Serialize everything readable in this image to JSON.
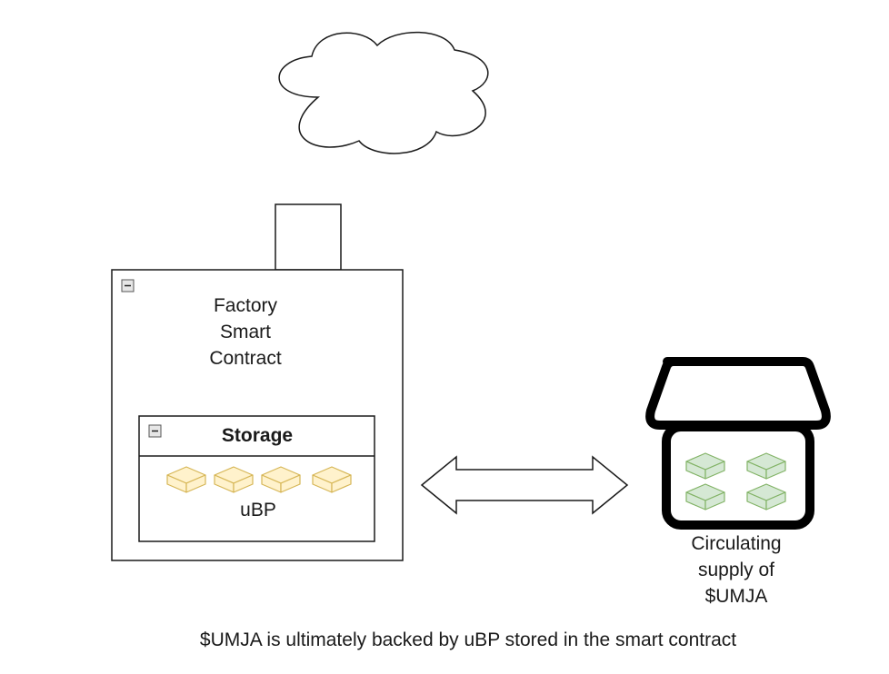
{
  "factory": {
    "title_lines": [
      "Factory",
      "Smart",
      "Contract"
    ]
  },
  "storage": {
    "title": "Storage",
    "token_label": "uBP",
    "token_count": 4,
    "token_fill": "#fff2cc",
    "token_stroke": "#d6b656"
  },
  "market": {
    "label_lines": [
      "Circulating",
      "supply of",
      "$UMJA"
    ],
    "token_count": 4,
    "token_fill": "#d5e8d4",
    "token_stroke": "#82b366"
  },
  "caption": "$UMJA is ultimately backed by uBP stored in the smart contract",
  "shapes": {
    "cloud": "cloud-icon",
    "connector": "double-arrow",
    "store": "storefront-icon",
    "collapse": "minus-square-icon",
    "token": "cube-icon"
  }
}
